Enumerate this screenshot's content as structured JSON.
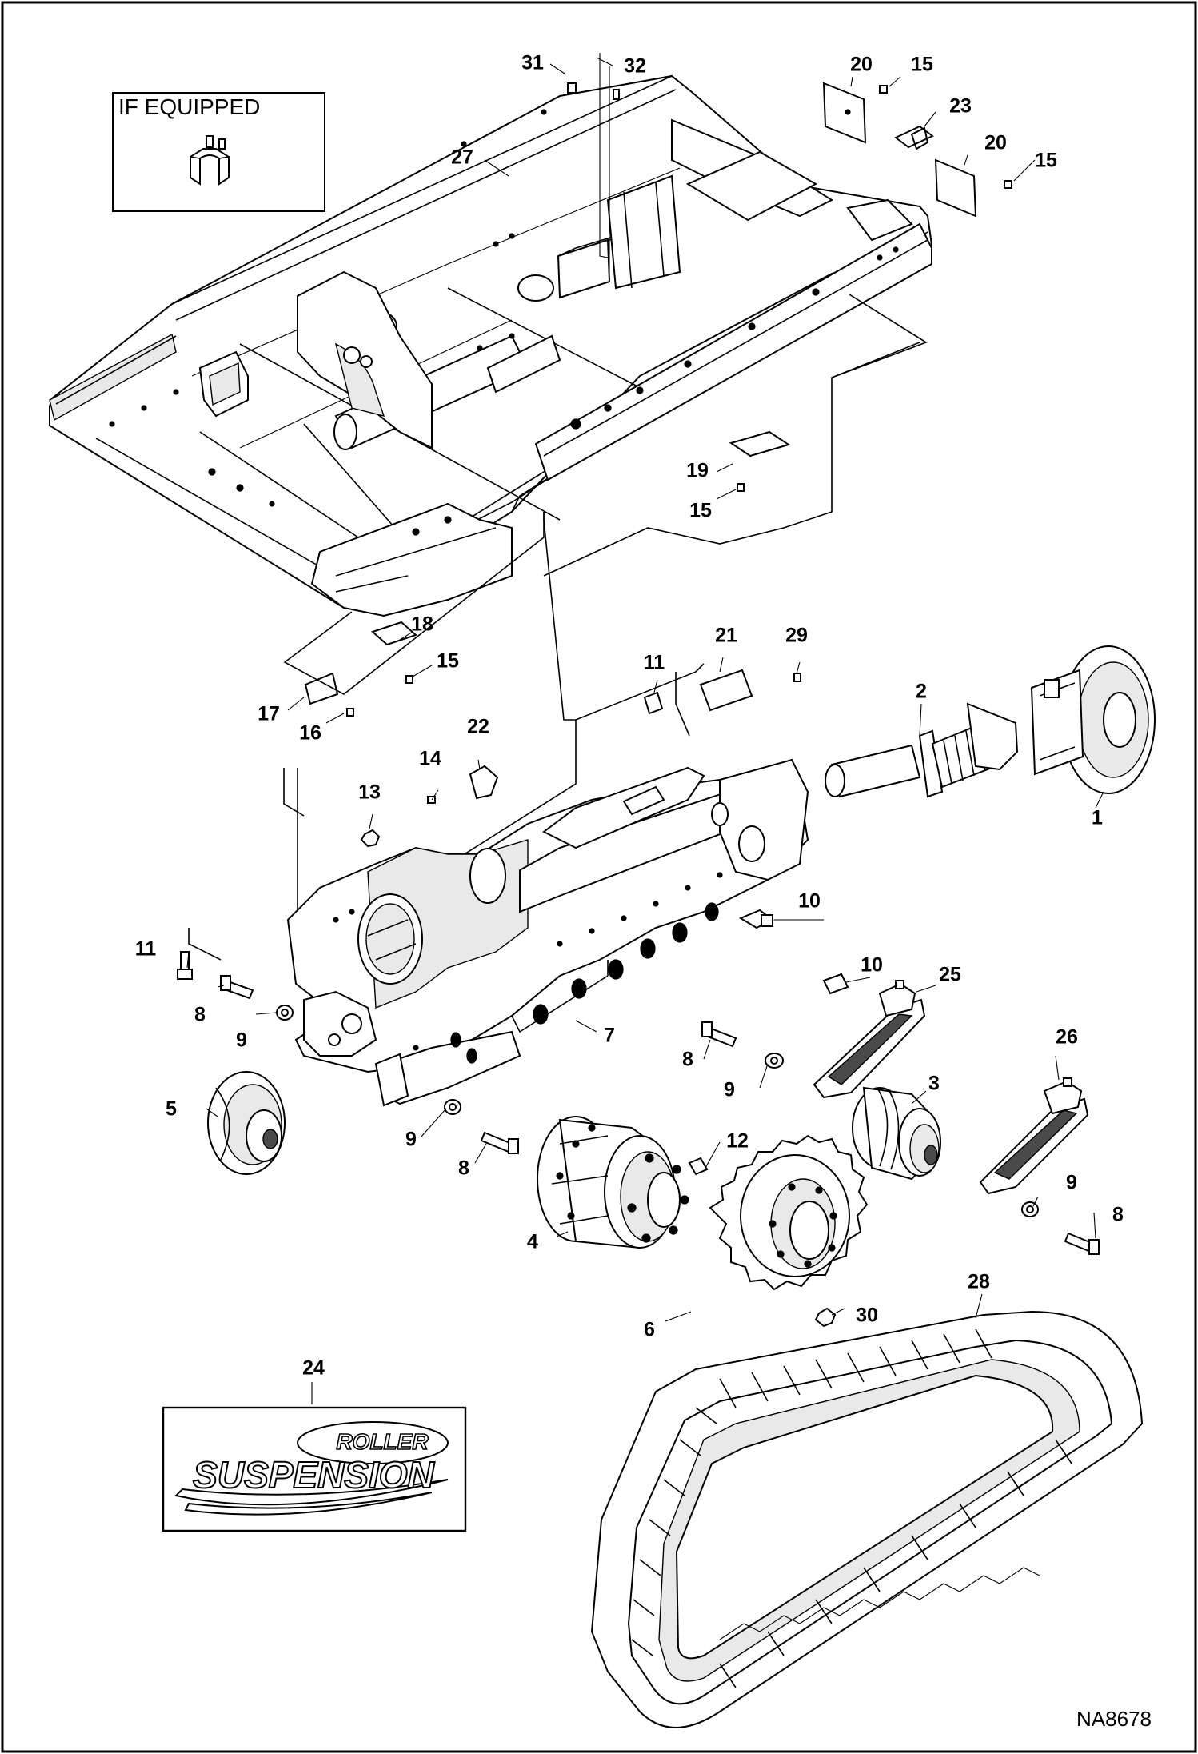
{
  "inset": {
    "caption": "IF EQUIPPED"
  },
  "drawing_number": "NA8678",
  "logo": {
    "line1": "ROLLER",
    "line2": "SUSPENSION"
  },
  "callouts": [
    {
      "id": "c31",
      "text": "31"
    },
    {
      "id": "c32",
      "text": "32"
    },
    {
      "id": "c20a",
      "text": "20"
    },
    {
      "id": "c15a",
      "text": "15"
    },
    {
      "id": "c23",
      "text": "23"
    },
    {
      "id": "c20b",
      "text": "20"
    },
    {
      "id": "c15b",
      "text": "15"
    },
    {
      "id": "c27",
      "text": "27"
    },
    {
      "id": "c19",
      "text": "19"
    },
    {
      "id": "c15c",
      "text": "15"
    },
    {
      "id": "c18",
      "text": "18"
    },
    {
      "id": "c15d",
      "text": "15"
    },
    {
      "id": "c17",
      "text": "17"
    },
    {
      "id": "c16",
      "text": "16"
    },
    {
      "id": "c21",
      "text": "21"
    },
    {
      "id": "c29",
      "text": "29"
    },
    {
      "id": "c11a",
      "text": "11"
    },
    {
      "id": "c2",
      "text": "2"
    },
    {
      "id": "c22",
      "text": "22"
    },
    {
      "id": "c14",
      "text": "14"
    },
    {
      "id": "c13",
      "text": "13"
    },
    {
      "id": "c1",
      "text": "1"
    },
    {
      "id": "c10a",
      "text": "10"
    },
    {
      "id": "c11b",
      "text": "11"
    },
    {
      "id": "c10b",
      "text": "10"
    },
    {
      "id": "c25",
      "text": "25"
    },
    {
      "id": "c8a",
      "text": "8"
    },
    {
      "id": "c9a",
      "text": "9"
    },
    {
      "id": "c7",
      "text": "7"
    },
    {
      "id": "c26",
      "text": "26"
    },
    {
      "id": "c8b",
      "text": "8"
    },
    {
      "id": "c3",
      "text": "3"
    },
    {
      "id": "c9b",
      "text": "9"
    },
    {
      "id": "c5",
      "text": "5"
    },
    {
      "id": "c12",
      "text": "12"
    },
    {
      "id": "c9c",
      "text": "9"
    },
    {
      "id": "c8c",
      "text": "8"
    },
    {
      "id": "c9d",
      "text": "9"
    },
    {
      "id": "c8d",
      "text": "8"
    },
    {
      "id": "c4",
      "text": "4"
    },
    {
      "id": "c30",
      "text": "30"
    },
    {
      "id": "c6",
      "text": "6"
    },
    {
      "id": "c28",
      "text": "28"
    },
    {
      "id": "c24",
      "text": "24"
    }
  ]
}
